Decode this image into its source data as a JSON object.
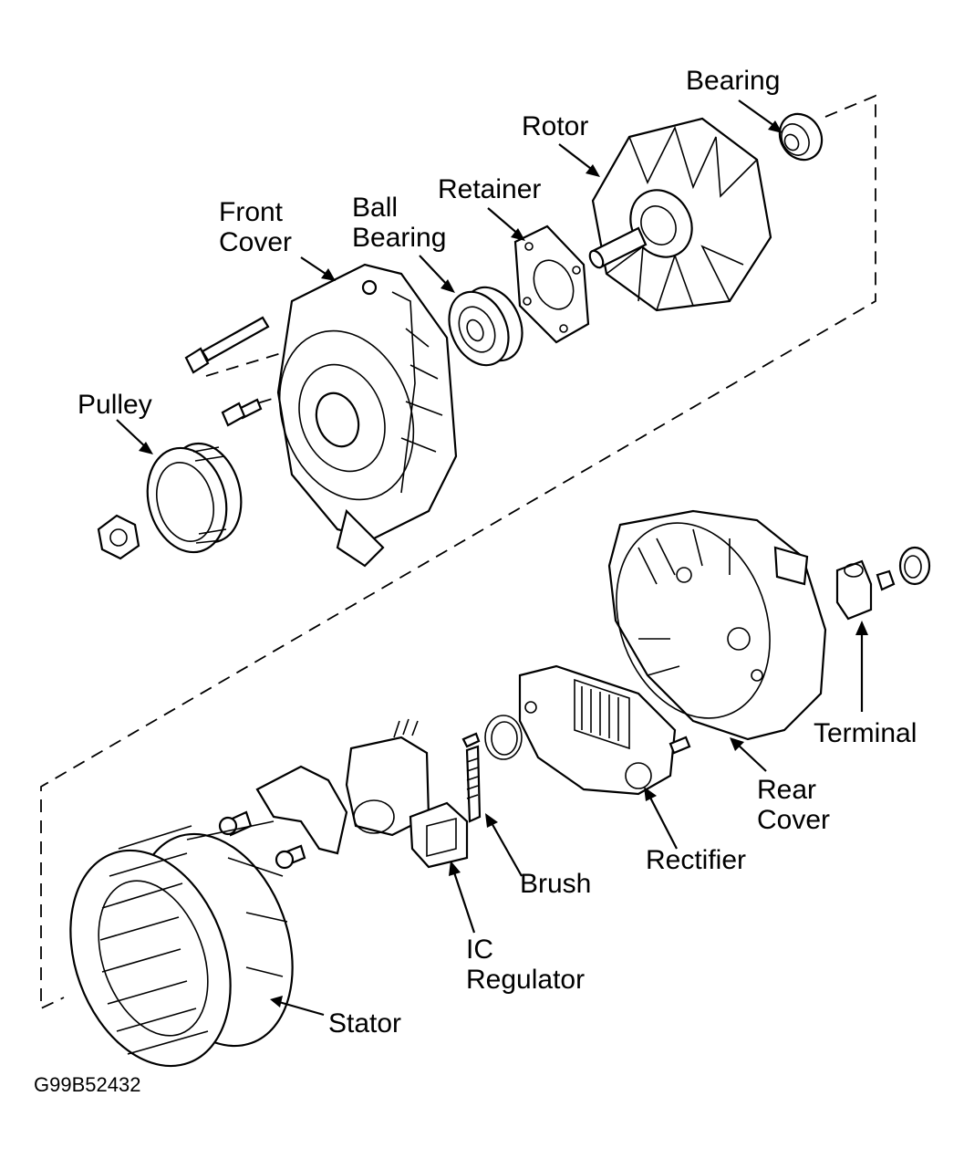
{
  "figure_code": "G99B52432",
  "labels": {
    "bearing": "Bearing",
    "rotor": "Rotor",
    "retainer": "Retainer",
    "ball_bearing": [
      "Ball",
      "Bearing"
    ],
    "front_cover": [
      "Front",
      "Cover"
    ],
    "pulley": "Pulley",
    "terminal": "Terminal",
    "rear_cover": [
      "Rear",
      "Cover"
    ],
    "rectifier": "Rectifier",
    "brush": "Brush",
    "ic_regulator": [
      "IC",
      "Regulator"
    ],
    "stator": "Stator"
  }
}
